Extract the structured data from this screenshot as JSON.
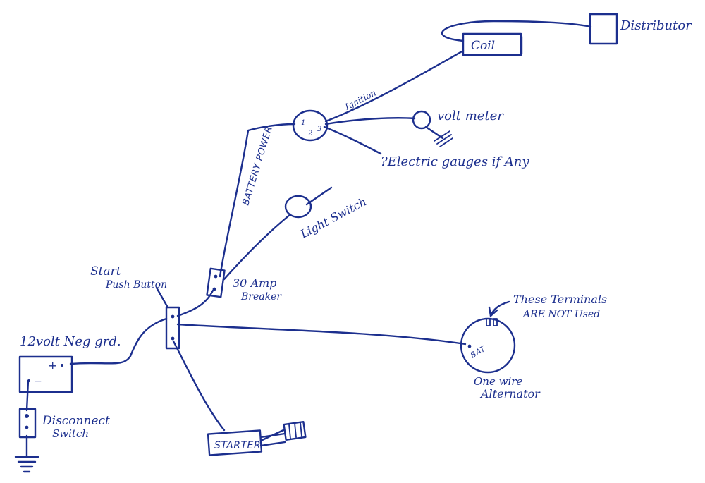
{
  "labels": {
    "distributor": "Distributor",
    "coil": "Coil",
    "ignition": "Ignition",
    "battery_power": "BATTERY POWER",
    "volt_meter": "volt meter",
    "electric_gauges": "?Electric gauges if Any",
    "light_switch": "Light Switch",
    "amp_breaker_line1": "30 Amp",
    "amp_breaker_line2": "Breaker",
    "start_button_line1": "Start",
    "start_button_line2": "Push Button",
    "battery": "12volt Neg grd.",
    "battery_plus": "+",
    "battery_minus": "−",
    "disconnect_line1": "Disconnect",
    "disconnect_line2": "Switch",
    "starter": "STARTER",
    "alternator_terminal": "BAT",
    "terminals_line1": "These Terminals",
    "terminals_line2": "ARE NOT Used",
    "alternator_line1": "One wire",
    "alternator_line2": "Alternator",
    "ignition_terminals": [
      "1",
      "2",
      "3"
    ]
  },
  "colors": {
    "ink": "#1c2f8e",
    "paper": "#ffffff"
  }
}
